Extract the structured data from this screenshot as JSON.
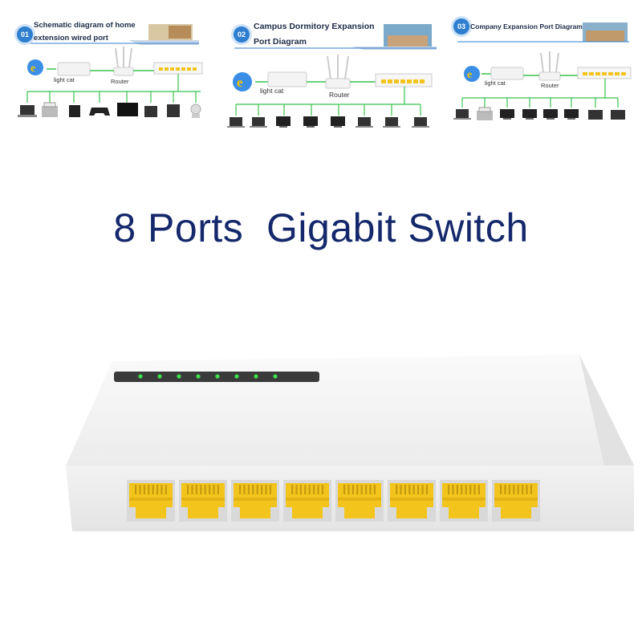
{
  "panels": [
    {
      "number": "01",
      "title_line1": "Schematic diagram of home",
      "title_line2": "extension wired port",
      "lightcat": "light cat",
      "router": "Router"
    },
    {
      "number": "02",
      "title_line1": "Campus Dormitory Expansion",
      "title_line2": "Port Diagram",
      "lightcat": "light cat",
      "router": "Router"
    },
    {
      "number": "03",
      "title_line1": "Company Expansion Port Diagram",
      "title_line2": "",
      "lightcat": "light cat",
      "router": "Router"
    }
  ],
  "headline": "8 Ports  Gigabit Switch",
  "product": {
    "port_count": 8,
    "led_count": 8,
    "port_color": "#f3c51c",
    "led_color": "#3ee04a",
    "body_color": "#f4f4f4"
  }
}
